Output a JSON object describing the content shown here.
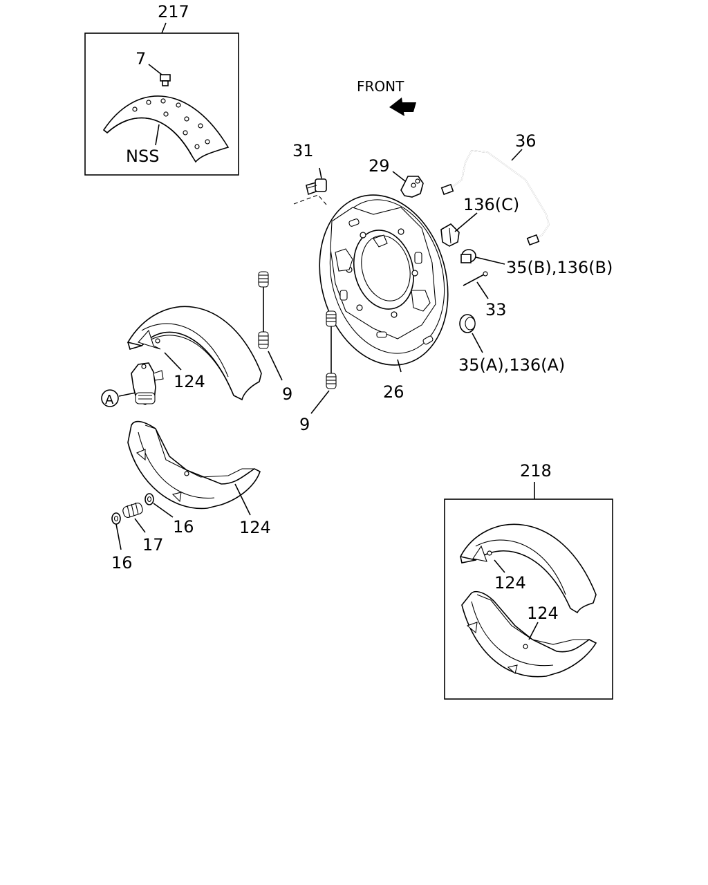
{
  "labels": {
    "l217": "217",
    "l7": "7",
    "lNSS": "NSS",
    "lFront": "FRONT",
    "l31": "31",
    "l29": "29",
    "l36": "36",
    "l136C": "136(C)",
    "l35B": "35(B),136(B)",
    "l33": "33",
    "l35A": "35(A),136(A)",
    "l26": "26",
    "l9a": "9",
    "l9b": "9",
    "l124a": "124",
    "l124b": "124",
    "lA": "A",
    "l16a": "16",
    "l16b": "16",
    "l17": "17",
    "l218": "218",
    "l124c": "124",
    "l124d": "124"
  }
}
